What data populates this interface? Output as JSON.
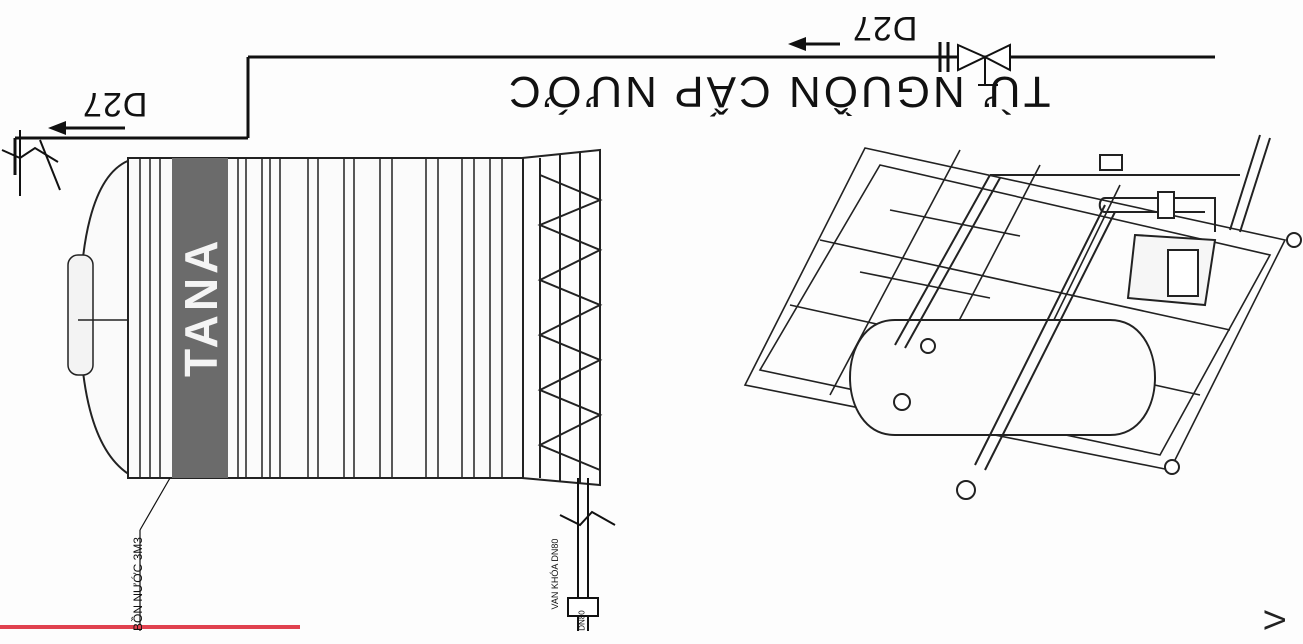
{
  "labels": {
    "d27_top": "D27",
    "d27_left": "D27",
    "source": "TỪ NGUỒN CẤP NƯỚC",
    "tank_brand": "TANA",
    "tank": "BỒN NƯỚC 3M3",
    "valve": "VAN KHÓA DN80",
    "pipe_dn": "DN80",
    "corner_mark": "V"
  },
  "colors": {
    "line": "#111111",
    "tank_band": "#6b6b6b",
    "tank_outline": "#222222",
    "accent_red": "#e0414f"
  }
}
